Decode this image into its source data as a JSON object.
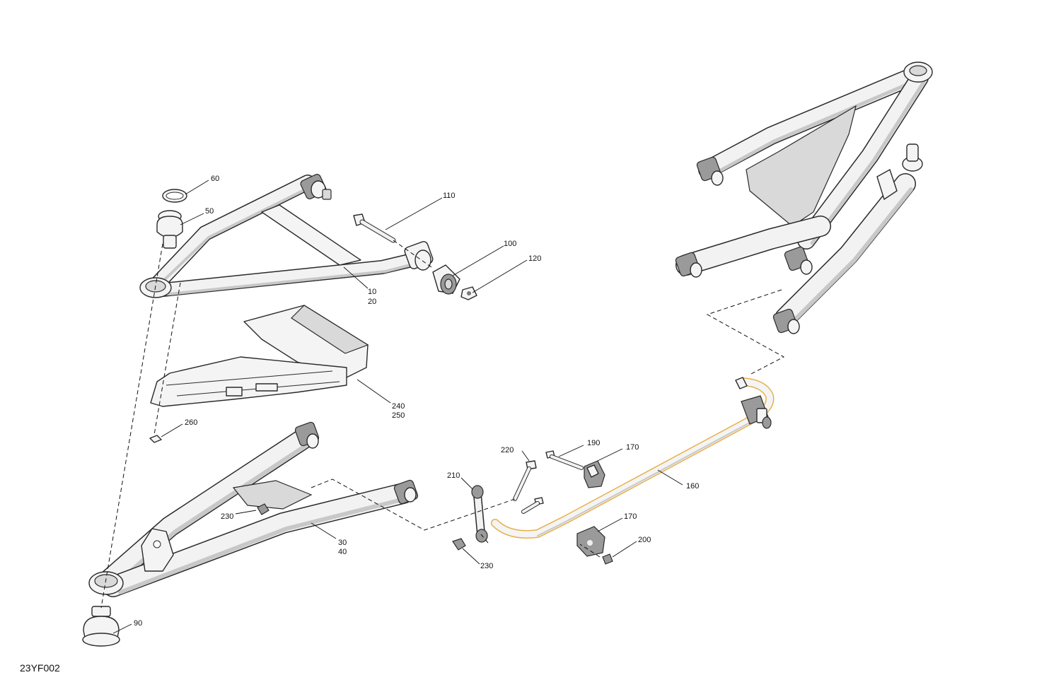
{
  "diagram": {
    "code": "23YF002",
    "highlight_color": "#e8b04a",
    "callouts": [
      {
        "id": "c60",
        "text": "60"
      },
      {
        "id": "c50",
        "text": "50"
      },
      {
        "id": "c110",
        "text": "110"
      },
      {
        "id": "c100",
        "text": "100"
      },
      {
        "id": "c120",
        "text": "120"
      },
      {
        "id": "c10",
        "text": "10"
      },
      {
        "id": "c20",
        "text": "20"
      },
      {
        "id": "c240",
        "text": "240"
      },
      {
        "id": "c250",
        "text": "250"
      },
      {
        "id": "c260",
        "text": "260"
      },
      {
        "id": "c220",
        "text": "220"
      },
      {
        "id": "c190",
        "text": "190"
      },
      {
        "id": "c170a",
        "text": "170"
      },
      {
        "id": "c210",
        "text": "210"
      },
      {
        "id": "c160",
        "text": "160"
      },
      {
        "id": "c230a",
        "text": "230"
      },
      {
        "id": "c30",
        "text": "30"
      },
      {
        "id": "c40",
        "text": "40"
      },
      {
        "id": "c170b",
        "text": "170"
      },
      {
        "id": "c200",
        "text": "200"
      },
      {
        "id": "c230b",
        "text": "230"
      },
      {
        "id": "c90",
        "text": "90"
      }
    ]
  }
}
